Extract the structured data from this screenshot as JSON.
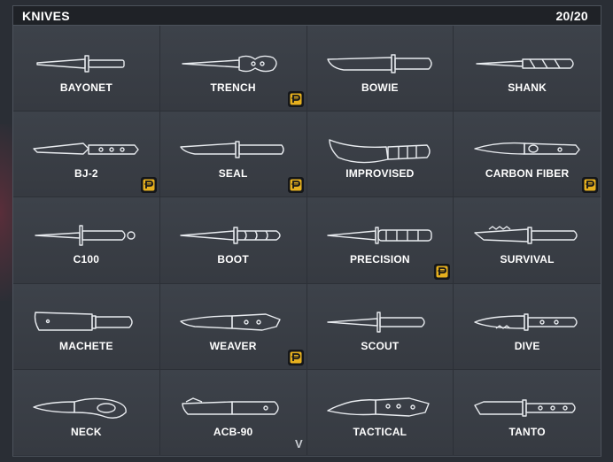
{
  "header": {
    "title": "KNIVES",
    "count": "20/20"
  },
  "knives": [
    {
      "name": "BAYONET",
      "icon": "bayonet-knife-icon",
      "premium": false
    },
    {
      "name": "TRENCH",
      "icon": "trench-knife-icon",
      "premium": true
    },
    {
      "name": "BOWIE",
      "icon": "bowie-knife-icon",
      "premium": false
    },
    {
      "name": "SHANK",
      "icon": "shank-knife-icon",
      "premium": false
    },
    {
      "name": "BJ-2",
      "icon": "bj2-knife-icon",
      "premium": true
    },
    {
      "name": "SEAL",
      "icon": "seal-knife-icon",
      "premium": true
    },
    {
      "name": "IMPROVISED",
      "icon": "improvised-knife-icon",
      "premium": false
    },
    {
      "name": "CARBON FIBER",
      "icon": "carbon-fiber-knife-icon",
      "premium": true
    },
    {
      "name": "C100",
      "icon": "c100-knife-icon",
      "premium": false
    },
    {
      "name": "BOOT",
      "icon": "boot-knife-icon",
      "premium": false
    },
    {
      "name": "PRECISION",
      "icon": "precision-knife-icon",
      "premium": true
    },
    {
      "name": "SURVIVAL",
      "icon": "survival-knife-icon",
      "premium": false
    },
    {
      "name": "MACHETE",
      "icon": "machete-icon",
      "premium": false
    },
    {
      "name": "WEAVER",
      "icon": "weaver-knife-icon",
      "premium": true
    },
    {
      "name": "SCOUT",
      "icon": "scout-knife-icon",
      "premium": false
    },
    {
      "name": "DIVE",
      "icon": "dive-knife-icon",
      "premium": false
    },
    {
      "name": "NECK",
      "icon": "neck-knife-icon",
      "premium": false
    },
    {
      "name": "ACB-90",
      "icon": "acb90-knife-icon",
      "premium": false
    },
    {
      "name": "TACTICAL",
      "icon": "tactical-knife-icon",
      "premium": false
    },
    {
      "name": "TANTO",
      "icon": "tanto-knife-icon",
      "premium": false
    }
  ],
  "premium_badge_icon": "premium-badge-icon",
  "scroll_indicator": "V",
  "colors": {
    "background": "#2a2e35",
    "panel": "#3a3f47",
    "header": "#1f2227",
    "badge_gold": "#e6b01e",
    "text": "#ffffff"
  }
}
